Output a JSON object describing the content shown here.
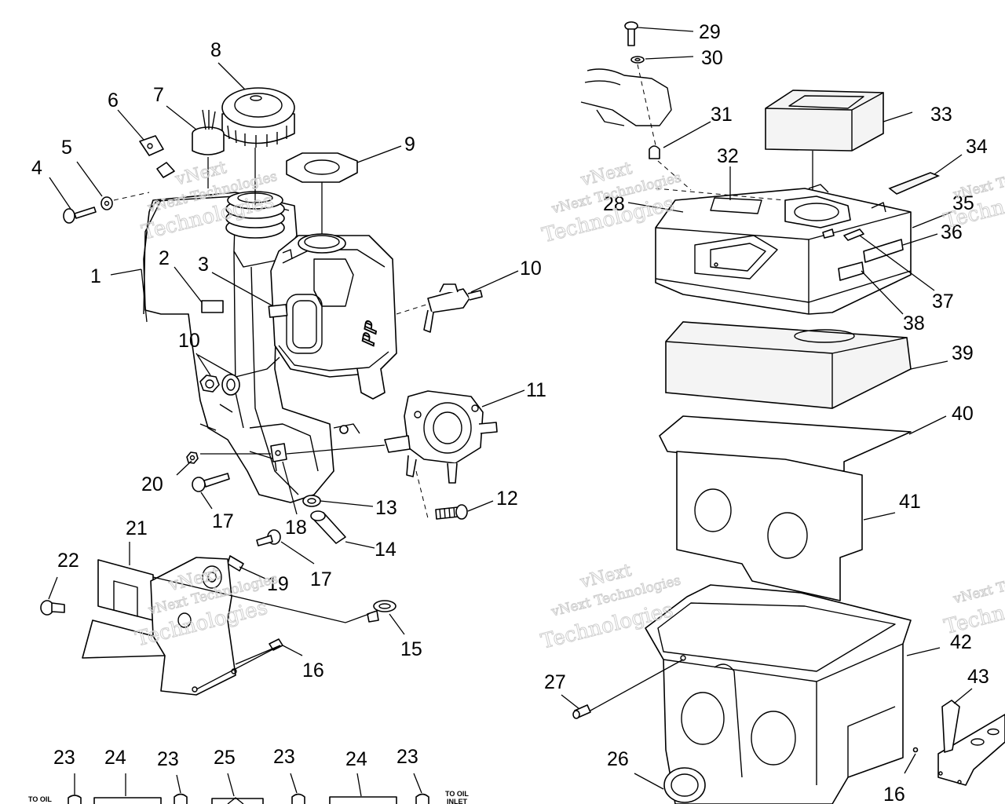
{
  "diagram": {
    "callouts": [
      {
        "id": "c1",
        "text": "1"
      },
      {
        "id": "c2",
        "text": "2"
      },
      {
        "id": "c3",
        "text": "3"
      },
      {
        "id": "c4",
        "text": "4"
      },
      {
        "id": "c5",
        "text": "5"
      },
      {
        "id": "c6",
        "text": "6"
      },
      {
        "id": "c7",
        "text": "7"
      },
      {
        "id": "c8",
        "text": "8"
      },
      {
        "id": "c9",
        "text": "9"
      },
      {
        "id": "c10a",
        "text": "10"
      },
      {
        "id": "c10b",
        "text": "10"
      },
      {
        "id": "c11",
        "text": "11"
      },
      {
        "id": "c12",
        "text": "12"
      },
      {
        "id": "c13",
        "text": "13"
      },
      {
        "id": "c14",
        "text": "14"
      },
      {
        "id": "c15",
        "text": "15"
      },
      {
        "id": "c16a",
        "text": "16"
      },
      {
        "id": "c16b",
        "text": "16"
      },
      {
        "id": "c17a",
        "text": "17"
      },
      {
        "id": "c17b",
        "text": "17"
      },
      {
        "id": "c18",
        "text": "18"
      },
      {
        "id": "c19",
        "text": "19"
      },
      {
        "id": "c20",
        "text": "20"
      },
      {
        "id": "c21",
        "text": "21"
      },
      {
        "id": "c22",
        "text": "22"
      },
      {
        "id": "c23a",
        "text": "23"
      },
      {
        "id": "c23b",
        "text": "23"
      },
      {
        "id": "c23c",
        "text": "23"
      },
      {
        "id": "c23d",
        "text": "23"
      },
      {
        "id": "c24a",
        "text": "24"
      },
      {
        "id": "c24b",
        "text": "24"
      },
      {
        "id": "c25",
        "text": "25"
      },
      {
        "id": "c26",
        "text": "26"
      },
      {
        "id": "c27",
        "text": "27"
      },
      {
        "id": "c28",
        "text": "28"
      },
      {
        "id": "c29",
        "text": "29"
      },
      {
        "id": "c30",
        "text": "30"
      },
      {
        "id": "c31",
        "text": "31"
      },
      {
        "id": "c32",
        "text": "32"
      },
      {
        "id": "c33",
        "text": "33"
      },
      {
        "id": "c34",
        "text": "34"
      },
      {
        "id": "c35",
        "text": "35"
      },
      {
        "id": "c36",
        "text": "36"
      },
      {
        "id": "c37",
        "text": "37"
      },
      {
        "id": "c38",
        "text": "38"
      },
      {
        "id": "c39",
        "text": "39"
      },
      {
        "id": "c40",
        "text": "40"
      },
      {
        "id": "c41",
        "text": "41"
      },
      {
        "id": "c42",
        "text": "42"
      },
      {
        "id": "c43",
        "text": "43"
      }
    ],
    "hose_labels": {
      "left_line1": "TO OIL",
      "right_line1": "TO OIL",
      "right_line2": "INLET"
    },
    "watermark": {
      "line1": "vNext",
      "line2": "vNext Technologies",
      "line3": "Technologies",
      "line2_cut": "vNext Te",
      "line3_cut": "Techn"
    }
  }
}
